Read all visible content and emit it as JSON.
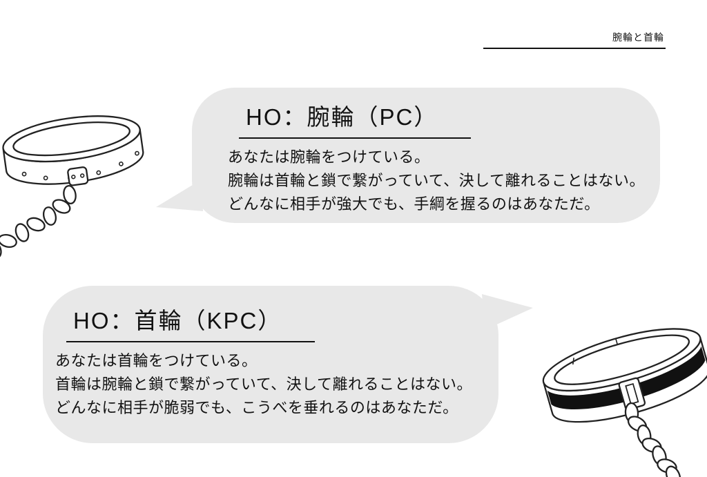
{
  "page": {
    "header_label": "腕輪と首輪"
  },
  "handouts": [
    {
      "title": "HO：腕輪（PC）",
      "lines": [
        "あなたは腕輪をつけている。",
        "腕輪は首輪と鎖で繋がっていて、決して離れることはない。",
        "どんなに相手が強大でも、手綱を握るのはあなただ。"
      ]
    },
    {
      "title": "HO：首輪（KPC）",
      "lines": [
        "あなたは首輪をつけている。",
        "首輪は腕輪と鎖で繋がっていて、決して離れることはない。",
        "どんなに相手が脆弱でも、こうべを垂れるのはあなただ。"
      ]
    }
  ],
  "illustrations": {
    "bracelet": "bracelet-with-chain",
    "collar": "collar-with-chain"
  },
  "colors": {
    "bubble_bg": "#e8e8e8",
    "ink": "#111111"
  }
}
